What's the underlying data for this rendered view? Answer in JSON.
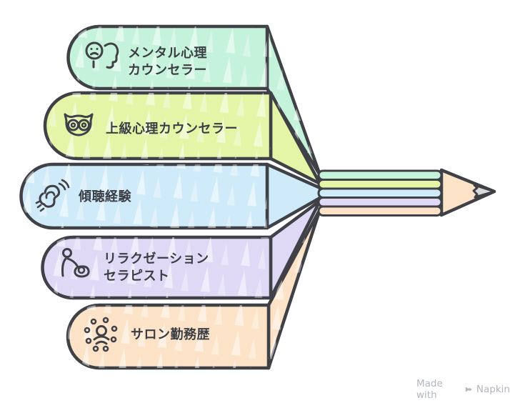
{
  "diagram": {
    "outline_color": "#3f4147",
    "text_color": "#3b3d44",
    "items": [
      {
        "id": "mental-psychology-counselor",
        "lines": [
          "メンタル心理",
          "カウンセラー"
        ],
        "color": "#c5f2da",
        "icon": "sad-face-head-profile-icon"
      },
      {
        "id": "advanced-psychology-counselor",
        "lines": [
          "上級心理カウンセラー"
        ],
        "color": "#e4f5a7",
        "icon": "owl-icon"
      },
      {
        "id": "listening-experience",
        "lines": [
          "傾聴経験"
        ],
        "color": "#cfeaf8",
        "icon": "ear-listening-icon"
      },
      {
        "id": "relaxation-therapist",
        "lines": [
          "リラクゼーション",
          "セラピスト"
        ],
        "color": "#dfd9f6",
        "icon": "massage-person-icon"
      },
      {
        "id": "salon-work-history",
        "lines": [
          "サロン勤務歴"
        ],
        "color": "#fce3c8",
        "icon": "person-network-icon"
      }
    ],
    "pencil": {
      "tip_color": "#fce3c8",
      "lead_color": "#d8dadc"
    }
  },
  "watermark": {
    "prefix": "Made with",
    "brand": "Napkin",
    "color": "#b2b6be"
  }
}
